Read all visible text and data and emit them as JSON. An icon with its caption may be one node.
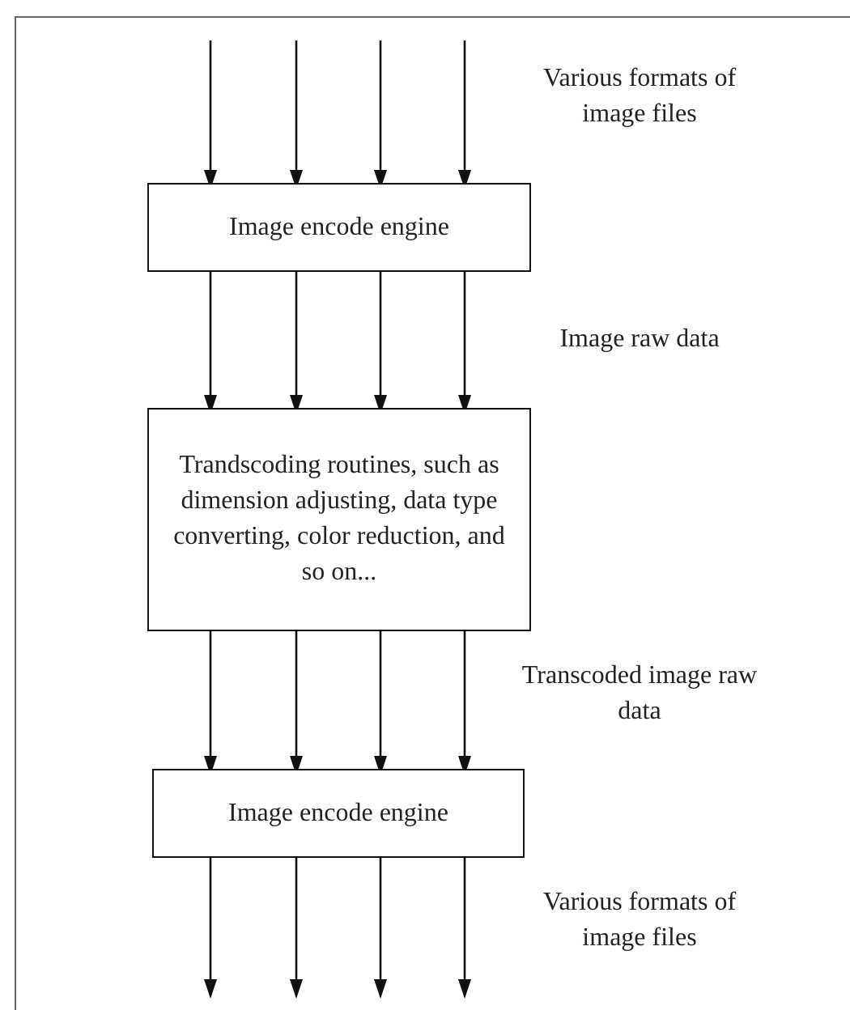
{
  "diagram": {
    "nodes": [
      {
        "text": [
          "Image encode engine"
        ]
      },
      {
        "text": [
          "Trandscoding routines, such as dimension adjusting, data type converting, color reduction, and so on..."
        ]
      },
      {
        "text": [
          "Image encode engine"
        ]
      }
    ],
    "edges": [
      {
        "from": null,
        "to": 0,
        "arrow": "to"
      },
      {
        "from": null,
        "to": 0,
        "arrow": "to"
      },
      {
        "from": null,
        "to": 0,
        "arrow": "to"
      },
      {
        "from": null,
        "to": 0,
        "arrow": "to"
      },
      {
        "from": 0,
        "to": 1,
        "arrow": "to"
      },
      {
        "from": 0,
        "to": 1,
        "arrow": "to"
      },
      {
        "from": 0,
        "to": 1,
        "arrow": "to"
      },
      {
        "from": 0,
        "to": 1,
        "arrow": "to"
      },
      {
        "from": 1,
        "to": 2,
        "arrow": "to"
      },
      {
        "from": 1,
        "to": 2,
        "arrow": "to"
      },
      {
        "from": 1,
        "to": 2,
        "arrow": "to"
      },
      {
        "from": 1,
        "to": 2,
        "arrow": "to"
      },
      {
        "from": 2,
        "to": null,
        "arrow": "to"
      },
      {
        "from": 2,
        "to": null,
        "arrow": "to"
      },
      {
        "from": 2,
        "to": null,
        "arrow": "to"
      },
      {
        "from": 2,
        "to": null,
        "arrow": "to"
      }
    ],
    "labels": [
      "Various formats of image files",
      "Image raw data",
      "Transcoded image raw data",
      "Various formats of image files"
    ]
  }
}
